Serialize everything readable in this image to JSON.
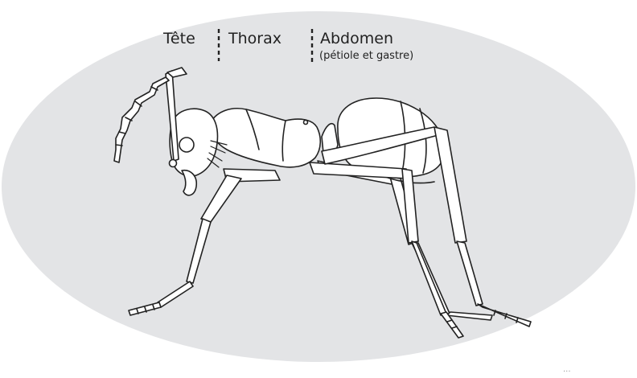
{
  "colors": {
    "background": "#ffffff",
    "oval": "#e3e4e6",
    "ink": "#222222"
  },
  "labels": {
    "head": "Tête",
    "thorax": "Thorax",
    "abdomen": "Abdomen",
    "abdomen_detail": "(pétiole et gastre)"
  },
  "illustration": {
    "subject": "ant-side-view"
  },
  "credit": "..."
}
